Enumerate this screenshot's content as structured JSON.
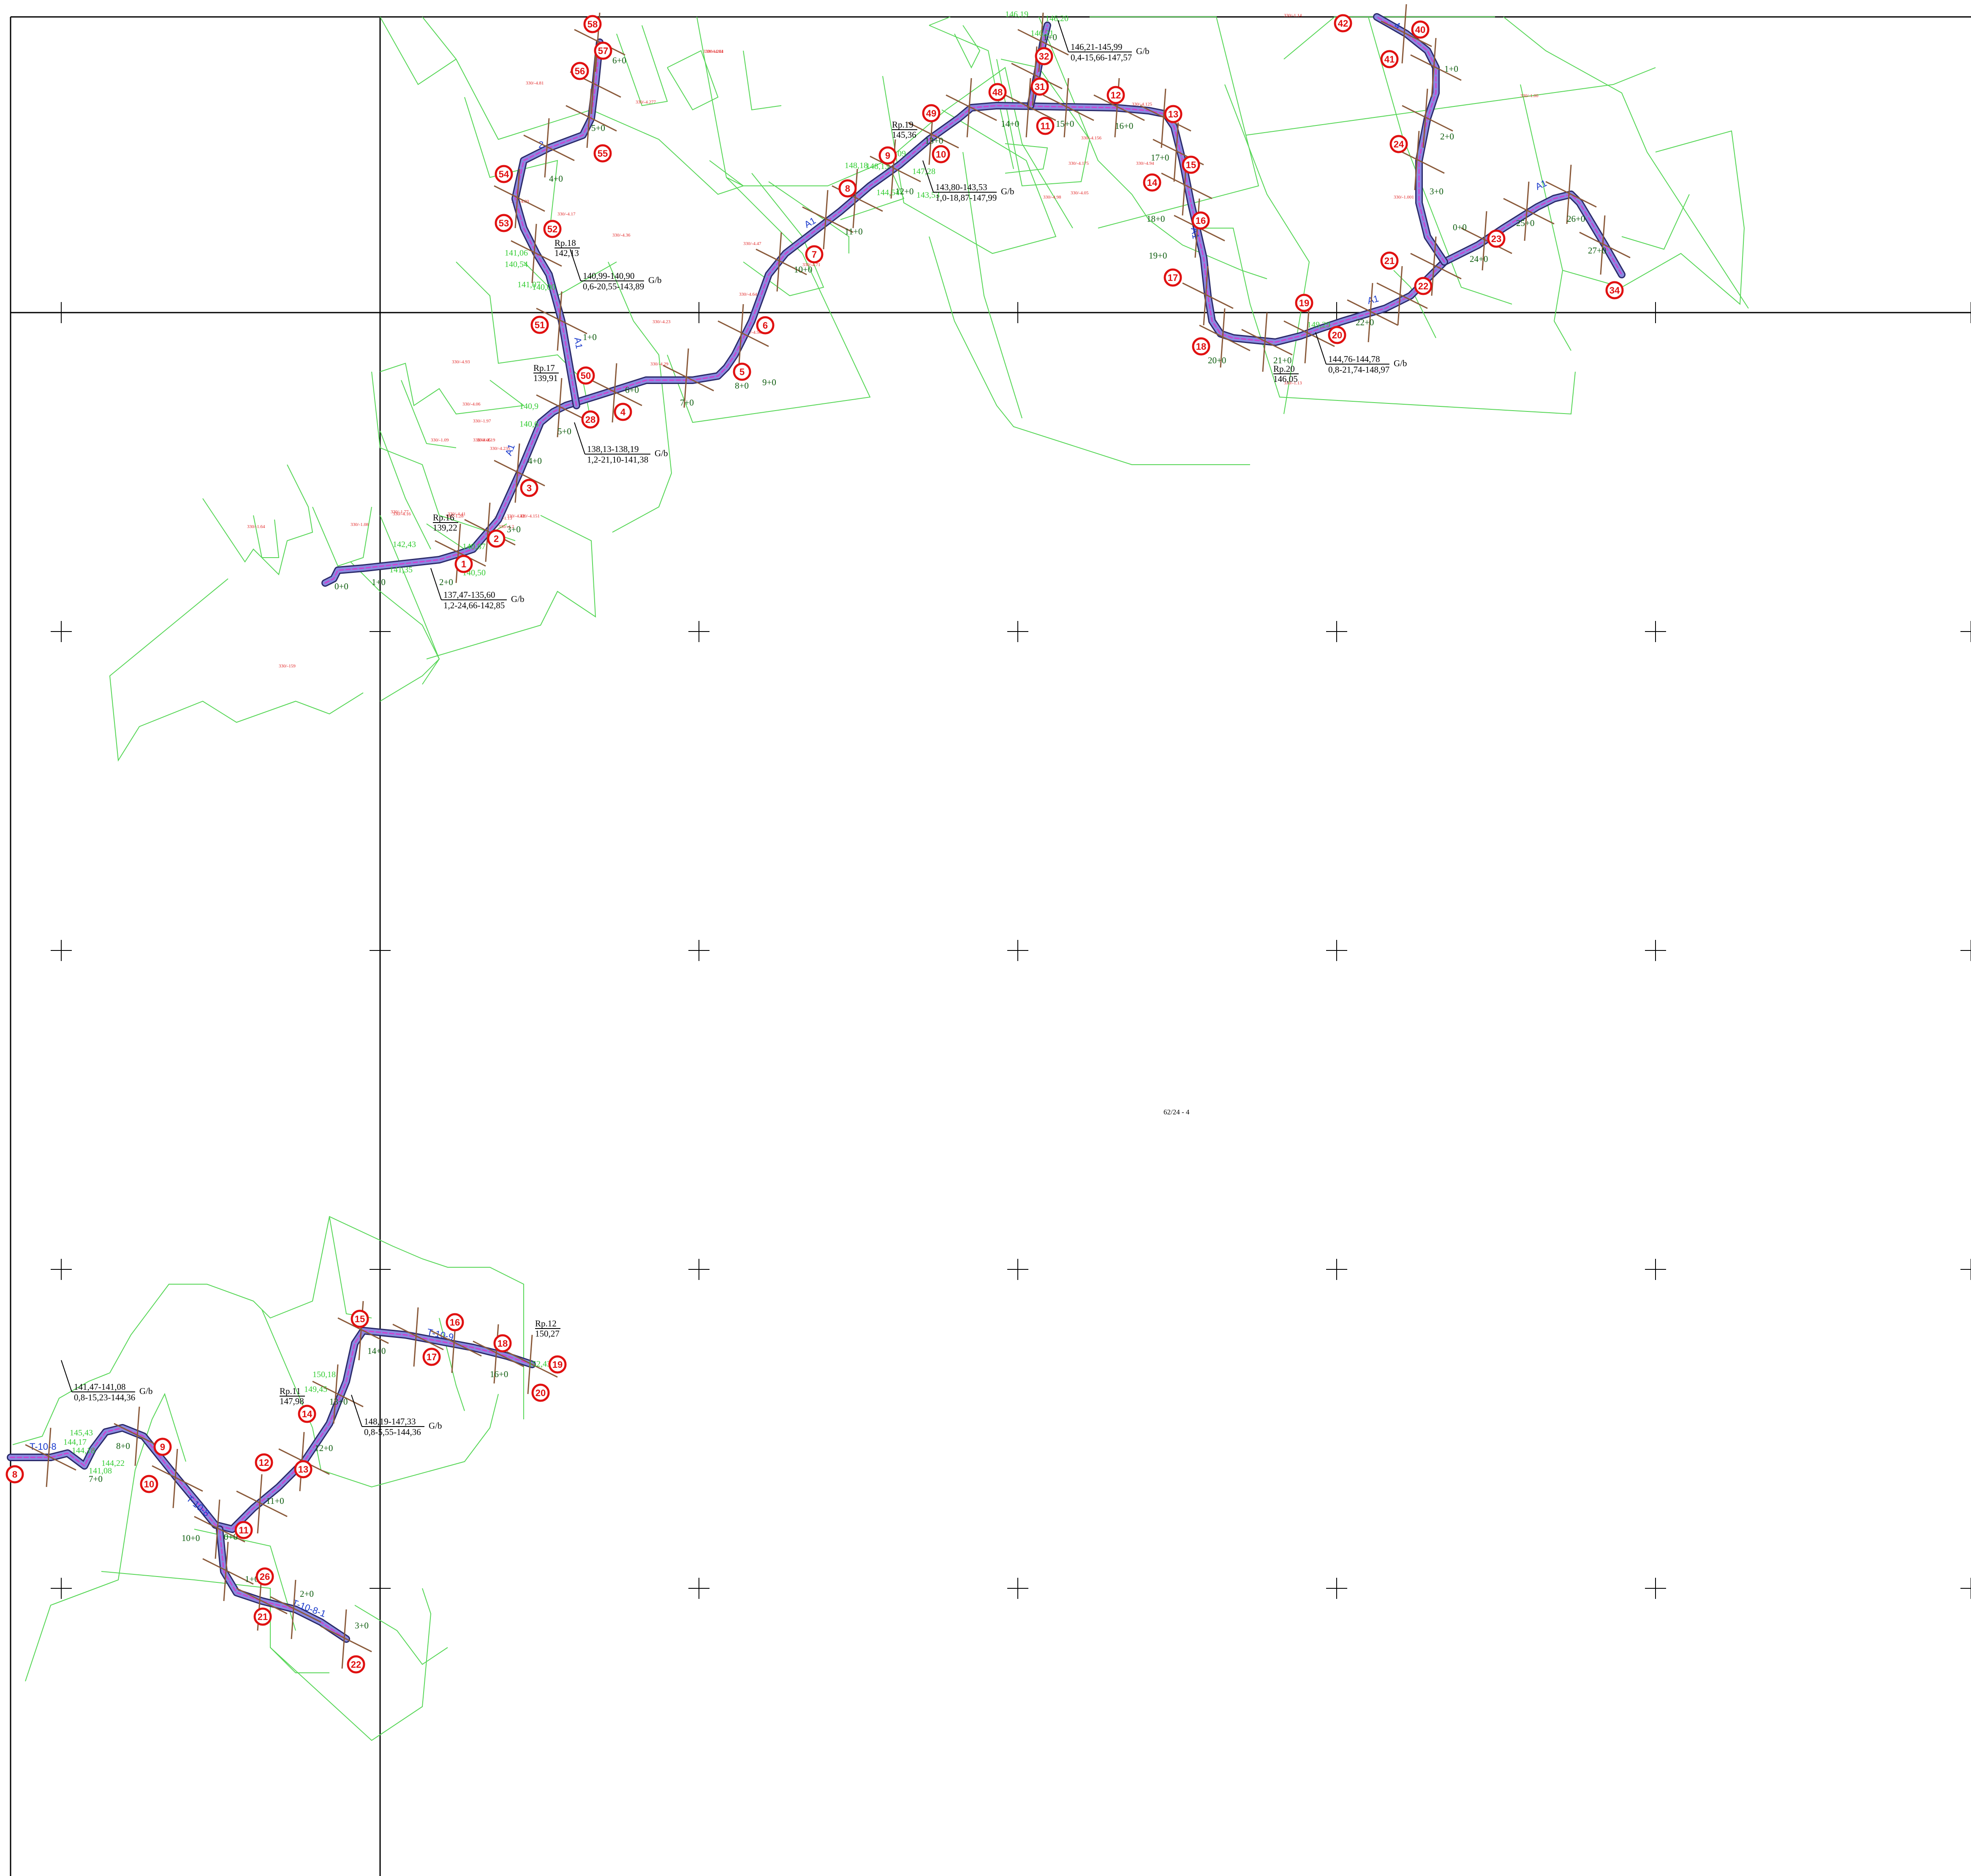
{
  "sheet_label": "62/24 - 4",
  "colors": {
    "route": "#8a8ae0",
    "route_center": "#d040d0",
    "parcel": "#55d655",
    "marker": "#e01010",
    "elevation": "#33cc33",
    "chainage": "#0a5a0a",
    "line_label": "#1a3acc",
    "grid": "#000000"
  },
  "line_labels": {
    "top": [
      "A1",
      "A1",
      "A1",
      "A1",
      "A1",
      "A1",
      "2",
      "4"
    ],
    "bottom": [
      "T-10-8",
      "T-10-8",
      "T-10-9",
      "T-10-8-1"
    ]
  },
  "markers_top": [
    "1",
    "2",
    "3",
    "4",
    "5",
    "6",
    "7",
    "8",
    "9",
    "10",
    "11",
    "12",
    "13",
    "14",
    "15",
    "16",
    "17",
    "18",
    "19",
    "20",
    "21",
    "22",
    "23",
    "24",
    "28",
    "31",
    "32",
    "34",
    "40",
    "41",
    "42",
    "48",
    "49",
    "50",
    "51",
    "52",
    "53",
    "54",
    "55",
    "56",
    "57",
    "58"
  ],
  "markers_bottom": [
    "8",
    "9",
    "10",
    "11",
    "12",
    "13",
    "14",
    "15",
    "16",
    "17",
    "18",
    "19",
    "20",
    "21",
    "22",
    "26"
  ],
  "chainages_top": [
    "0+0",
    "1+0",
    "2+0",
    "3+0",
    "4+0",
    "5+0",
    "6+0",
    "7+0",
    "8+0",
    "9+0",
    "10+0",
    "11+0",
    "12+0",
    "13+0",
    "14+0",
    "15+0",
    "16+0",
    "17+0",
    "18+0",
    "19+0",
    "20+0",
    "21+0",
    "22+0",
    "24+0",
    "25+0",
    "26+0",
    "27+0",
    "1+0",
    "2+0",
    "3+0",
    "0+0",
    "1+0",
    "4+0",
    "5+0",
    "6+0",
    "1+0"
  ],
  "chainages_bottom": [
    "7+0",
    "8+0",
    "10+0",
    "11+0",
    "12+0",
    "13+0",
    "14+0",
    "16+0",
    "0+0",
    "1+0",
    "2+0",
    "3+0"
  ],
  "benchmarks": [
    {
      "name": "Rp.16",
      "elev": "139,22",
      "levels": "137,47-135,60",
      "offset": "1,2-24,66-142,85",
      "gb": "G/b"
    },
    {
      "name": "Rp.17",
      "elev": "139,91",
      "levels": "138,13-138,19",
      "offset": "1,2-21,10-141,38",
      "gb": "G/b"
    },
    {
      "name": "Rp.18",
      "elev": "142,13",
      "levels": "140,99-140,90",
      "offset": "0,6-20,55-143,89",
      "gb": "G/b"
    },
    {
      "name": "Rp.19",
      "elev": "145,36",
      "levels": "143,80-143,53",
      "offset": "1,0-18,87-147,99",
      "gb": "G/b"
    },
    {
      "name": "",
      "elev": "",
      "levels": "146,21-145,99",
      "offset": "0,4-15,66-147,57",
      "gb": "G/b"
    },
    {
      "name": "Rp.20",
      "elev": "146,05",
      "levels": "144,76-144,78",
      "offset": "0,8-21,74-148,97",
      "gb": "G/b"
    },
    {
      "name": "Rp.12",
      "elev": "150,27",
      "levels": "",
      "offset": "",
      "gb": ""
    },
    {
      "name": "Rp.11",
      "elev": "147,98",
      "levels": "148,19-147,33",
      "offset": "0,8-5,55-144,36",
      "gb": "G/b"
    },
    {
      "name": "",
      "elev": "",
      "levels": "141,47-141,08",
      "offset": "0,8-15,23-144,36",
      "gb": "G/b"
    }
  ],
  "elevations": [
    "142,43",
    "141,35",
    "140,87",
    "140,50",
    "140,9",
    "140,6",
    "141,06",
    "140,54",
    "141,07",
    "140,00",
    "148,09",
    "148,13",
    "147,28",
    "143,53",
    "149,29",
    "146,19",
    "144,54",
    "148,18",
    "150,18",
    "149,45",
    "152,43",
    "145,43",
    "144,17",
    "144,18",
    "144,22",
    "141,08",
    "146,21",
    "146,20"
  ],
  "parcel_labels": [
    "330/-4.81",
    "330/-4.61",
    "330/-4.277",
    "330/-4.244",
    "330/-4.80",
    "330/-4.17",
    "330/-4.36",
    "330/-4.47",
    "330/-4.71",
    "330/-4.64",
    "330/-4.56",
    "330/-4.23",
    "330/-4.29",
    "330/-4.93",
    "330/-4.06",
    "330/-4.05",
    "330/-4.16",
    "330/-4.19",
    "330/-4.235",
    "330/-4.151",
    "330/-4.42",
    "330/-4.41",
    "330/-4.2",
    "330/-4.98",
    "330/-4.175",
    "330/-4.156",
    "330/-4.94",
    "330/-4.125",
    "330/-4.05",
    "330/-159",
    "330/-1.64",
    "330/-1.08",
    "330/-1.77",
    "330/-1.13",
    "330/-1.28",
    "330/-1.09",
    "330/-1.97",
    "330/-1.14",
    "330/-1.00",
    "330/-1.13",
    "330/-1.001"
  ]
}
